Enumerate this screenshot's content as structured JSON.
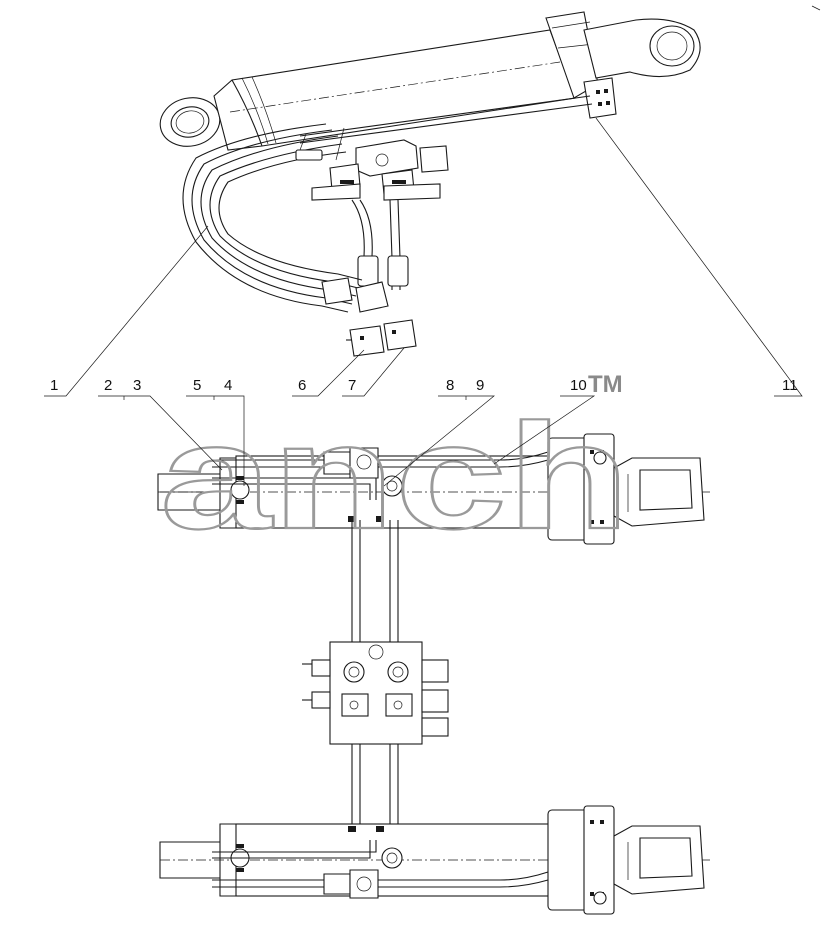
{
  "watermark": {
    "text": "anch",
    "mark": "TM"
  },
  "callouts": [
    {
      "id": "c1",
      "text": "1"
    },
    {
      "id": "c2",
      "text": "2"
    },
    {
      "id": "c3",
      "text": "3"
    },
    {
      "id": "c4",
      "text": "4"
    },
    {
      "id": "c5",
      "text": "5"
    },
    {
      "id": "c6",
      "text": "6"
    },
    {
      "id": "c7",
      "text": "7"
    },
    {
      "id": "c8",
      "text": "8"
    },
    {
      "id": "c9",
      "text": "9"
    },
    {
      "id": "c10",
      "text": "10"
    },
    {
      "id": "c11",
      "text": "11"
    }
  ]
}
